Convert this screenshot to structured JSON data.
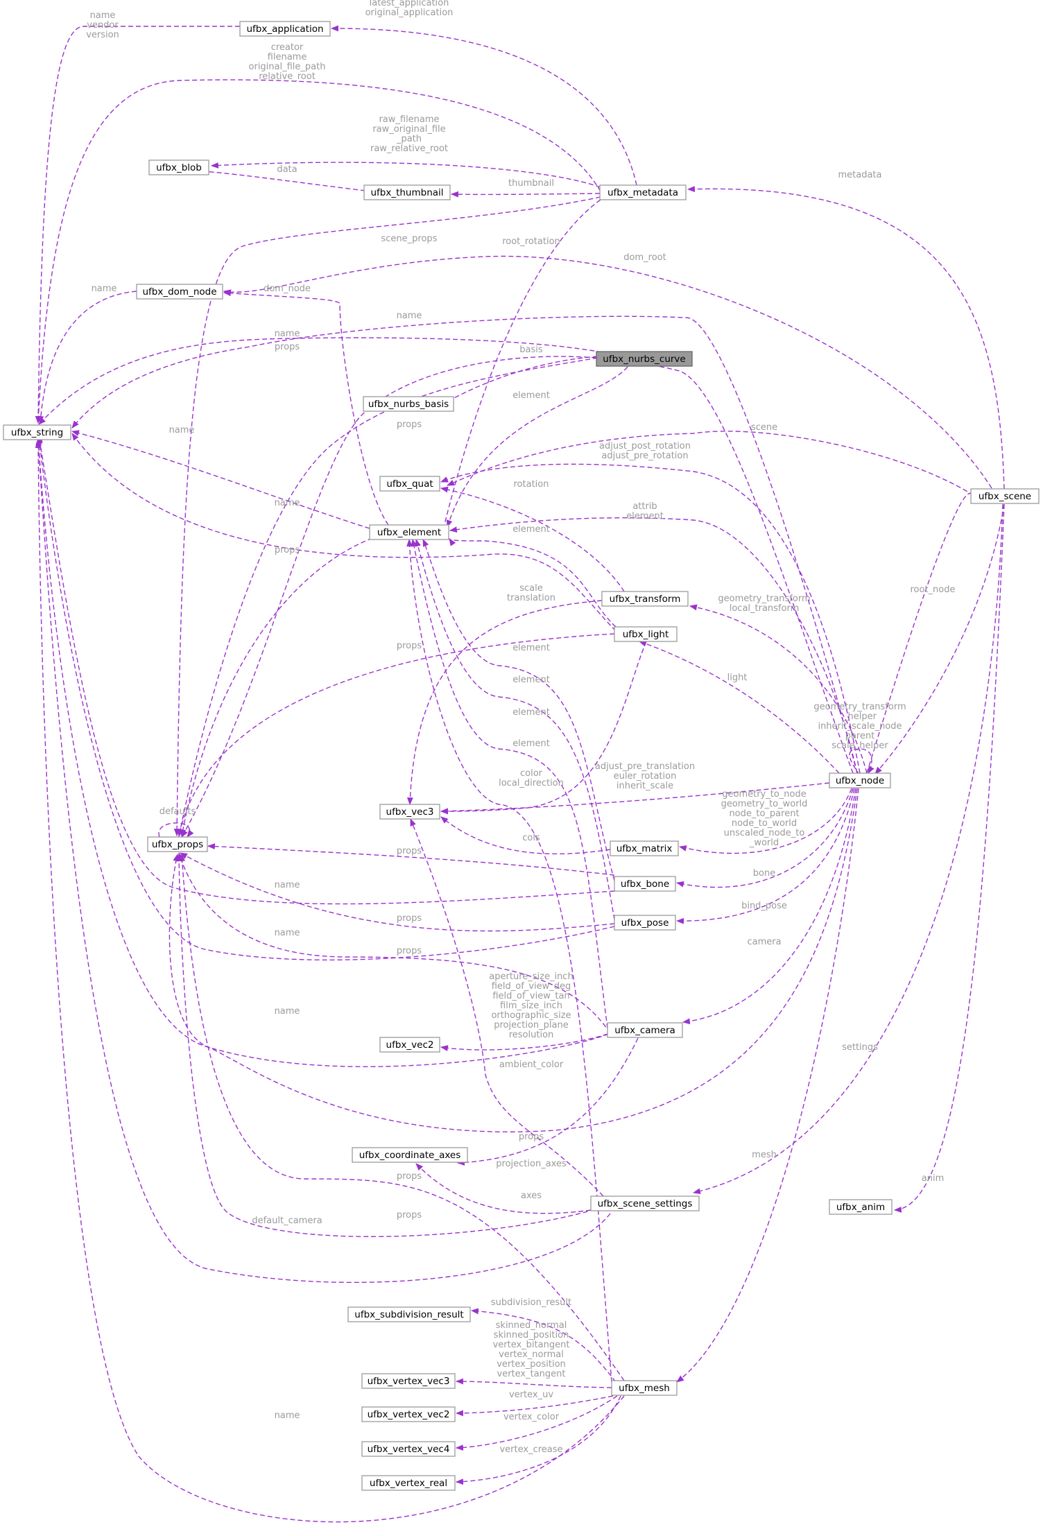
{
  "colors": {
    "edge": "#9a32cd",
    "edge_label": "#9a9a9a",
    "node_border": "#9a9a9a",
    "focus_fill": "#999999",
    "background": "#ffffff"
  },
  "nodes": [
    {
      "id": "ufbx_application",
      "label": "ufbx_application"
    },
    {
      "id": "ufbx_blob",
      "label": "ufbx_blob"
    },
    {
      "id": "ufbx_thumbnail",
      "label": "ufbx_thumbnail"
    },
    {
      "id": "ufbx_metadata",
      "label": "ufbx_metadata"
    },
    {
      "id": "ufbx_dom_node",
      "label": "ufbx_dom_node"
    },
    {
      "id": "ufbx_nurbs_curve",
      "label": "ufbx_nurbs_curve",
      "focus": true
    },
    {
      "id": "ufbx_nurbs_basis",
      "label": "ufbx_nurbs_basis"
    },
    {
      "id": "ufbx_string",
      "label": "ufbx_string"
    },
    {
      "id": "ufbx_quat",
      "label": "ufbx_quat"
    },
    {
      "id": "ufbx_scene",
      "label": "ufbx_scene"
    },
    {
      "id": "ufbx_element",
      "label": "ufbx_element"
    },
    {
      "id": "ufbx_transform",
      "label": "ufbx_transform"
    },
    {
      "id": "ufbx_light",
      "label": "ufbx_light"
    },
    {
      "id": "ufbx_node",
      "label": "ufbx_node"
    },
    {
      "id": "ufbx_vec3",
      "label": "ufbx_vec3"
    },
    {
      "id": "ufbx_props",
      "label": "ufbx_props"
    },
    {
      "id": "ufbx_matrix",
      "label": "ufbx_matrix"
    },
    {
      "id": "ufbx_bone",
      "label": "ufbx_bone"
    },
    {
      "id": "ufbx_pose",
      "label": "ufbx_pose"
    },
    {
      "id": "ufbx_vec2",
      "label": "ufbx_vec2"
    },
    {
      "id": "ufbx_camera",
      "label": "ufbx_camera"
    },
    {
      "id": "ufbx_coordinate_axes",
      "label": "ufbx_coordinate_axes"
    },
    {
      "id": "ufbx_scene_settings",
      "label": "ufbx_scene_settings"
    },
    {
      "id": "ufbx_anim",
      "label": "ufbx_anim"
    },
    {
      "id": "ufbx_subdivision_result",
      "label": "ufbx_subdivision_result"
    },
    {
      "id": "ufbx_vertex_vec3",
      "label": "ufbx_vertex_vec3"
    },
    {
      "id": "ufbx_mesh",
      "label": "ufbx_mesh"
    },
    {
      "id": "ufbx_vertex_vec2",
      "label": "ufbx_vertex_vec2"
    },
    {
      "id": "ufbx_vertex_vec4",
      "label": "ufbx_vertex_vec4"
    },
    {
      "id": "ufbx_vertex_real",
      "label": "ufbx_vertex_real"
    }
  ],
  "edges": [
    {
      "from": "ufbx_application",
      "to": "ufbx_string",
      "label": [
        "name",
        "vendor",
        "version"
      ]
    },
    {
      "from": "ufbx_metadata",
      "to": "ufbx_application",
      "label": [
        "latest_application",
        "original_application"
      ]
    },
    {
      "from": "ufbx_metadata",
      "to": "ufbx_string",
      "label": [
        "creator",
        "filename",
        "original_file_path",
        "relative_root"
      ]
    },
    {
      "from": "ufbx_metadata",
      "to": "ufbx_blob",
      "label": [
        "raw_filename",
        "raw_original_file",
        "_path",
        "raw_relative_root"
      ]
    },
    {
      "from": "ufbx_thumbnail",
      "to": "ufbx_blob",
      "label": [
        "data"
      ]
    },
    {
      "from": "ufbx_metadata",
      "to": "ufbx_thumbnail",
      "label": [
        "thumbnail"
      ]
    },
    {
      "from": "ufbx_scene",
      "to": "ufbx_metadata",
      "label": [
        "metadata"
      ]
    },
    {
      "from": "ufbx_metadata",
      "to": "ufbx_props",
      "label": [
        "scene_props"
      ]
    },
    {
      "from": "ufbx_metadata",
      "to": "ufbx_quat",
      "label": [
        "root_rotation"
      ]
    },
    {
      "from": "ufbx_scene",
      "to": "ufbx_dom_node",
      "label": [
        "dom_root"
      ]
    },
    {
      "from": "ufbx_dom_node",
      "to": "ufbx_string",
      "label": [
        "name"
      ]
    },
    {
      "from": "ufbx_element",
      "to": "ufbx_dom_node",
      "label": [
        "dom_node"
      ]
    },
    {
      "from": "ufbx_node",
      "to": "ufbx_string",
      "label": [
        "name"
      ]
    },
    {
      "from": "ufbx_nurbs_curve",
      "to": "ufbx_string",
      "label": [
        "name"
      ]
    },
    {
      "from": "ufbx_nurbs_curve",
      "to": "ufbx_props",
      "label": [
        "props"
      ]
    },
    {
      "from": "ufbx_nurbs_curve",
      "to": "ufbx_nurbs_basis",
      "label": [
        "basis"
      ]
    },
    {
      "from": "ufbx_nurbs_curve",
      "to": "ufbx_element",
      "label": [
        "element"
      ]
    },
    {
      "from": "ufbx_node",
      "to": "ufbx_props",
      "label": [
        "props"
      ]
    },
    {
      "from": "ufbx_element",
      "to": "ufbx_string",
      "label": [
        "name"
      ]
    },
    {
      "from": "ufbx_node",
      "to": "ufbx_scene",
      "label": [
        "scene"
      ]
    },
    {
      "from": "ufbx_node",
      "to": "ufbx_quat",
      "label": [
        "adjust_post_rotation",
        "adjust_pre_rotation"
      ]
    },
    {
      "from": "ufbx_transform",
      "to": "ufbx_quat",
      "label": [
        "rotation"
      ]
    },
    {
      "from": "ufbx_node",
      "to": "ufbx_element",
      "label": [
        "attrib",
        "element"
      ]
    },
    {
      "from": "ufbx_light",
      "to": "ufbx_string",
      "label": [
        "name"
      ]
    },
    {
      "from": "ufbx_element",
      "to": "ufbx_props",
      "label": [
        "props"
      ]
    },
    {
      "from": "ufbx_light",
      "to": "ufbx_element",
      "label": [
        "element"
      ]
    },
    {
      "from": "ufbx_transform",
      "to": "ufbx_vec3",
      "label": [
        "scale",
        "translation"
      ]
    },
    {
      "from": "ufbx_node",
      "to": "ufbx_transform",
      "label": [
        "geometry_transform",
        "local_transform"
      ]
    },
    {
      "from": "ufbx_scene",
      "to": "ufbx_node",
      "label": [
        "root_node"
      ]
    },
    {
      "from": "ufbx_light",
      "to": "ufbx_props",
      "label": [
        "props"
      ]
    },
    {
      "from": "ufbx_bone",
      "to": "ufbx_element",
      "label": [
        "element"
      ]
    },
    {
      "from": "ufbx_pose",
      "to": "ufbx_element",
      "label": [
        "element"
      ]
    },
    {
      "from": "ufbx_camera",
      "to": "ufbx_element",
      "label": [
        "element"
      ]
    },
    {
      "from": "ufbx_mesh",
      "to": "ufbx_element",
      "label": [
        "element"
      ]
    },
    {
      "from": "ufbx_node",
      "to": "ufbx_light",
      "label": [
        "light"
      ]
    },
    {
      "from": "ufbx_node",
      "to": "ufbx_node",
      "label": [
        "geometry_transform",
        "_helper",
        "inherit_scale_node",
        "parent",
        "scale_helper"
      ]
    },
    {
      "from": "ufbx_light",
      "to": "ufbx_vec3",
      "label": [
        "color",
        "local_direction"
      ]
    },
    {
      "from": "ufbx_node",
      "to": "ufbx_vec3",
      "label": [
        "adjust_pre_translation",
        "euler_rotation",
        "inherit_scale"
      ]
    },
    {
      "from": "ufbx_props",
      "to": "ufbx_props",
      "label": [
        "defaults"
      ]
    },
    {
      "from": "ufbx_matrix",
      "to": "ufbx_vec3",
      "label": [
        "cols"
      ]
    },
    {
      "from": "ufbx_node",
      "to": "ufbx_matrix",
      "label": [
        "geometry_to_node",
        "geometry_to_world",
        "node_to_parent",
        "node_to_world",
        "unscaled_node_to",
        "_world"
      ]
    },
    {
      "from": "ufbx_bone",
      "to": "ufbx_props",
      "label": [
        "props"
      ]
    },
    {
      "from": "ufbx_bone",
      "to": "ufbx_string",
      "label": [
        "name"
      ]
    },
    {
      "from": "ufbx_node",
      "to": "ufbx_bone",
      "label": [
        "bone"
      ]
    },
    {
      "from": "ufbx_pose",
      "to": "ufbx_props",
      "label": [
        "props"
      ]
    },
    {
      "from": "ufbx_node",
      "to": "ufbx_pose",
      "label": [
        "bind_pose"
      ]
    },
    {
      "from": "ufbx_pose",
      "to": "ufbx_string",
      "label": [
        "name"
      ]
    },
    {
      "from": "ufbx_camera",
      "to": "ufbx_props",
      "label": [
        "props"
      ]
    },
    {
      "from": "ufbx_node",
      "to": "ufbx_camera",
      "label": [
        "camera"
      ]
    },
    {
      "from": "ufbx_camera",
      "to": "ufbx_string",
      "label": [
        "name"
      ]
    },
    {
      "from": "ufbx_camera",
      "to": "ufbx_vec2",
      "label": [
        "aperture_size_inch",
        "field_of_view_deg",
        "field_of_view_tan",
        "film_size_inch",
        "orthographic_size",
        "projection_plane",
        "resolution"
      ]
    },
    {
      "from": "ufbx_scene_settings",
      "to": "ufbx_vec3",
      "label": [
        "ambient_color"
      ]
    },
    {
      "from": "ufbx_scene",
      "to": "ufbx_scene_settings",
      "label": [
        "settings"
      ]
    },
    {
      "from": "ufbx_mesh",
      "to": "ufbx_props",
      "label": [
        "props"
      ]
    },
    {
      "from": "ufbx_camera",
      "to": "ufbx_coordinate_axes",
      "label": [
        "projection_axes"
      ]
    },
    {
      "from": "ufbx_scene_settings",
      "to": "ufbx_coordinate_axes",
      "label": [
        "axes"
      ]
    },
    {
      "from": "ufbx_node",
      "to": "ufbx_mesh",
      "label": [
        "mesh"
      ]
    },
    {
      "from": "ufbx_mesh",
      "to": "ufbx_props",
      "label": [
        "props"
      ]
    },
    {
      "from": "ufbx_scene_settings",
      "to": "ufbx_props",
      "label": [
        "props"
      ]
    },
    {
      "from": "ufbx_scene_settings",
      "to": "ufbx_string",
      "label": [
        "default_camera"
      ]
    },
    {
      "from": "ufbx_scene",
      "to": "ufbx_anim",
      "label": [
        "anim"
      ]
    },
    {
      "from": "ufbx_mesh",
      "to": "ufbx_subdivision_result",
      "label": [
        "subdivision_result"
      ]
    },
    {
      "from": "ufbx_mesh",
      "to": "ufbx_vertex_vec3",
      "label": [
        "skinned_normal",
        "skinned_position",
        "vertex_bitangent",
        "vertex_normal",
        "vertex_position",
        "vertex_tangent"
      ]
    },
    {
      "from": "ufbx_mesh",
      "to": "ufbx_vertex_vec2",
      "label": [
        "vertex_uv"
      ]
    },
    {
      "from": "ufbx_mesh",
      "to": "ufbx_vertex_vec4",
      "label": [
        "vertex_color"
      ]
    },
    {
      "from": "ufbx_mesh",
      "to": "ufbx_vertex_real",
      "label": [
        "vertex_crease"
      ]
    },
    {
      "from": "ufbx_mesh",
      "to": "ufbx_string",
      "label": [
        "name"
      ]
    }
  ]
}
